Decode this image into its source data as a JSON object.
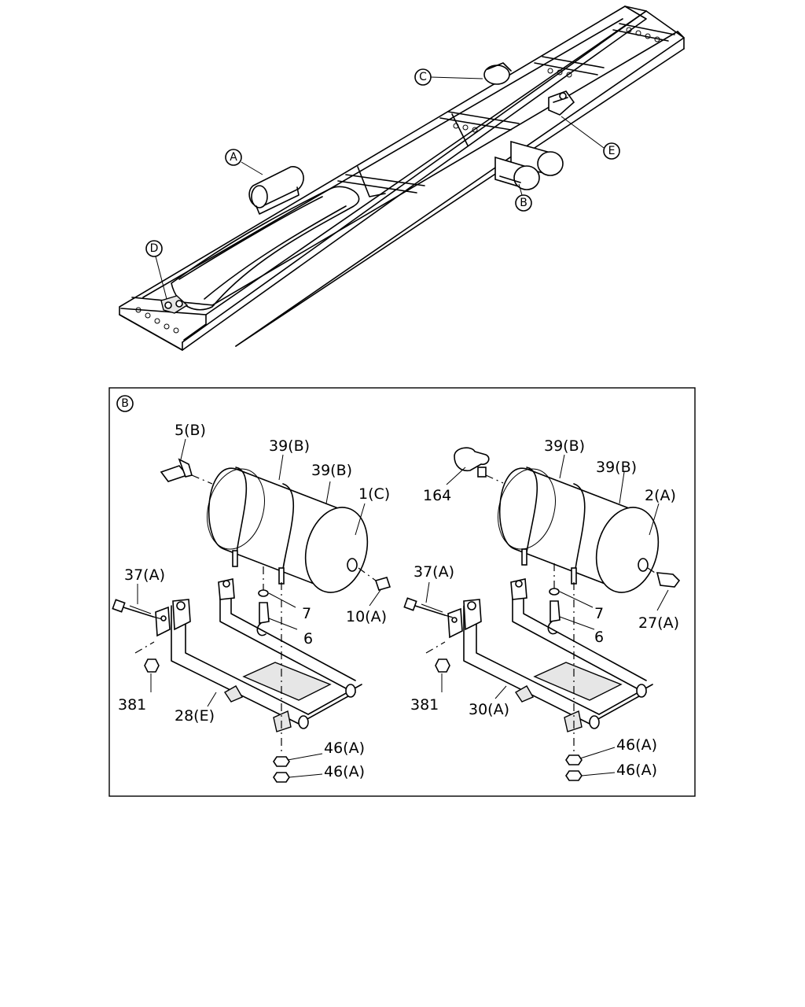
{
  "callouts_top": {
    "A": "A",
    "B": "B",
    "C": "C",
    "D": "D",
    "E": "E"
  },
  "detail": {
    "tag": "B",
    "left": {
      "p5": "5(B)",
      "p39a": "39(B)",
      "p39b": "39(B)",
      "p1": "1(C)",
      "p37": "37(A)",
      "p7": "7",
      "p6": "6",
      "p10": "10(A)",
      "p381": "381",
      "p28": "28(E)",
      "p46a": "46(A)",
      "p46b": "46(A)"
    },
    "right": {
      "p164": "164",
      "p39a": "39(B)",
      "p39b": "39(B)",
      "p2": "2(A)",
      "p37": "37(A)",
      "p7": "7",
      "p6": "6",
      "p27": "27(A)",
      "p381": "381",
      "p30": "30(A)",
      "p46a": "46(A)",
      "p46b": "46(A)"
    }
  }
}
